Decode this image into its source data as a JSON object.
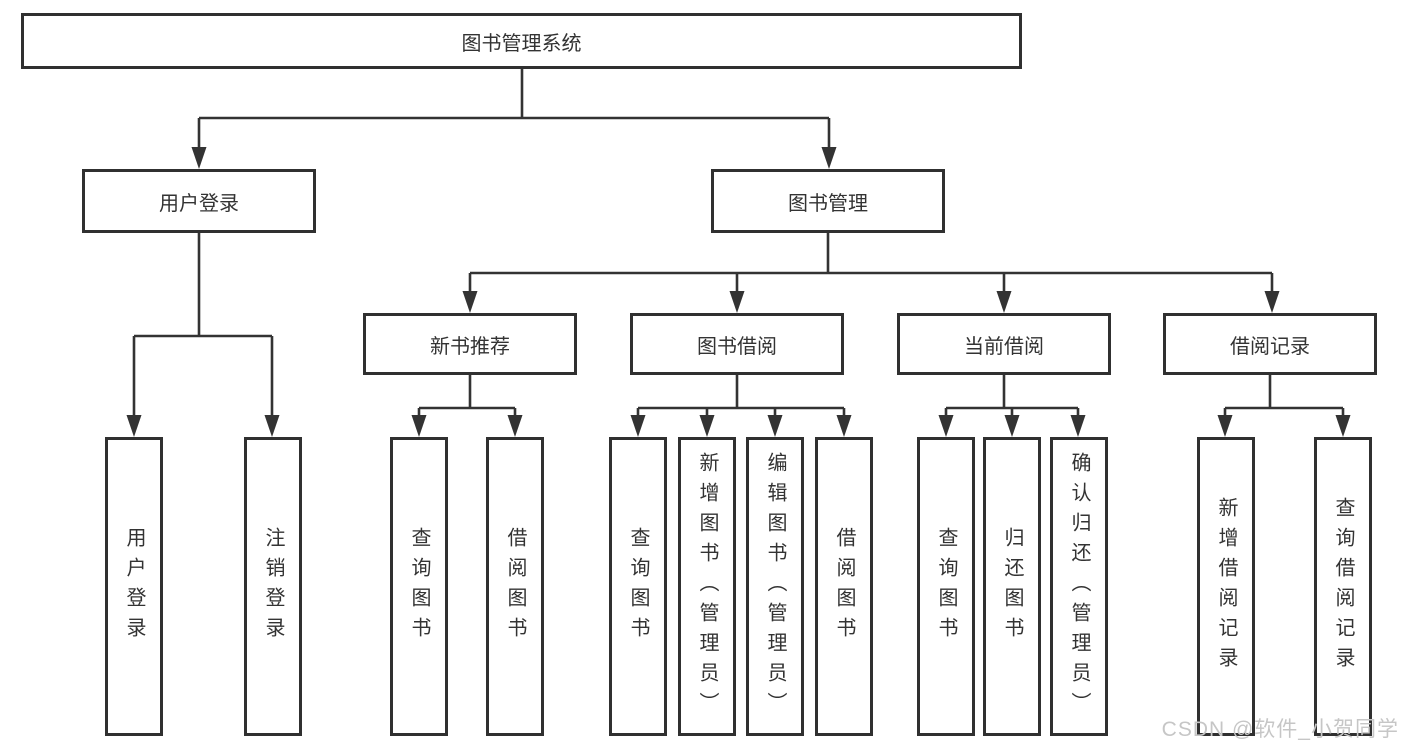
{
  "diagram_title": "图书管理系统",
  "tree": {
    "label": "图书管理系统",
    "children": [
      {
        "label": "用户登录",
        "children": [
          {
            "label": "用户登录"
          },
          {
            "label": "注销登录"
          }
        ]
      },
      {
        "label": "图书管理",
        "children": [
          {
            "label": "新书推荐",
            "children": [
              {
                "label": "查询图书"
              },
              {
                "label": "借阅图书"
              }
            ]
          },
          {
            "label": "图书借阅",
            "children": [
              {
                "label": "查询图书"
              },
              {
                "label": "新增图书（管理员）"
              },
              {
                "label": "编辑图书（管理员）"
              },
              {
                "label": "借阅图书"
              }
            ]
          },
          {
            "label": "当前借阅",
            "children": [
              {
                "label": "查询图书"
              },
              {
                "label": "归还图书"
              },
              {
                "label": "确认归还（管理员）"
              }
            ]
          },
          {
            "label": "借阅记录",
            "children": [
              {
                "label": "新增借阅记录"
              },
              {
                "label": "查询借阅记录"
              }
            ]
          }
        ]
      }
    ]
  },
  "watermark": "CSDN @软件_小贺同学",
  "colors": {
    "line": "#333333",
    "border": "#303030",
    "text": "#333333",
    "background": "#ffffff",
    "watermark_color": "#c6c6c6"
  }
}
